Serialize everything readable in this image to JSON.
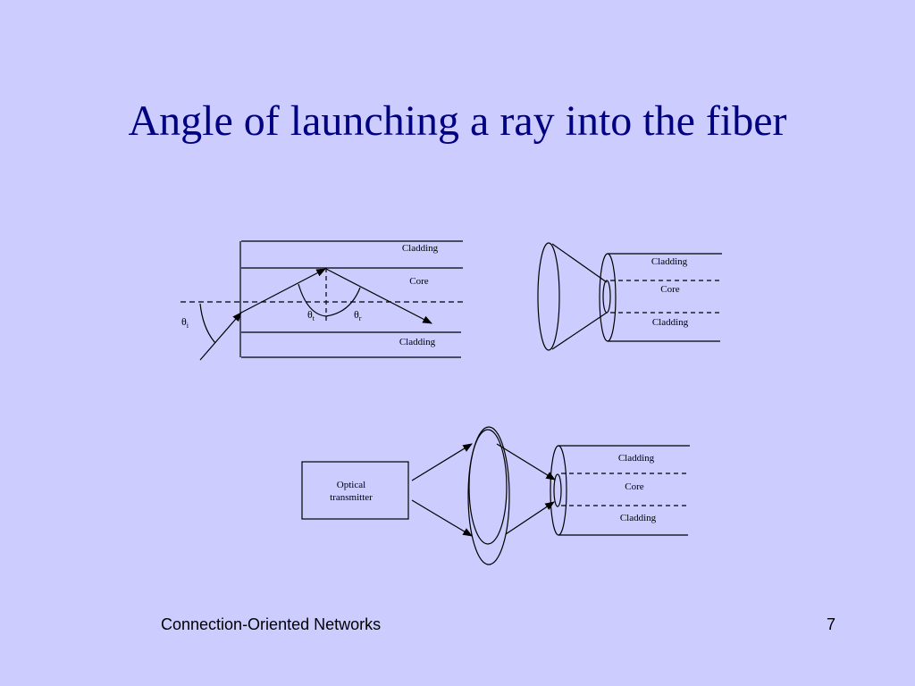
{
  "slide": {
    "title": "Angle of launching a ray into the fiber",
    "footer": "Connection-Oriented Networks",
    "page_number": "7"
  },
  "ray_diagram": {
    "top_cladding_label": "Cladding",
    "core_label": "Core",
    "bottom_cladding_label": "Cladding",
    "theta_symbol": "θ",
    "incidence_subscript": "i",
    "transmitted_subscript": "t",
    "reflected_subscript": "r"
  },
  "cone_diagram": {
    "top_cladding_label": "Cladding",
    "core_label": "Core",
    "bottom_cladding_label": "Cladding"
  },
  "lens_diagram": {
    "transmitter_line1": "Optical",
    "transmitter_line2": "transmitter",
    "top_cladding_label": "Cladding",
    "core_label": "Core",
    "bottom_cladding_label": "Cladding"
  }
}
